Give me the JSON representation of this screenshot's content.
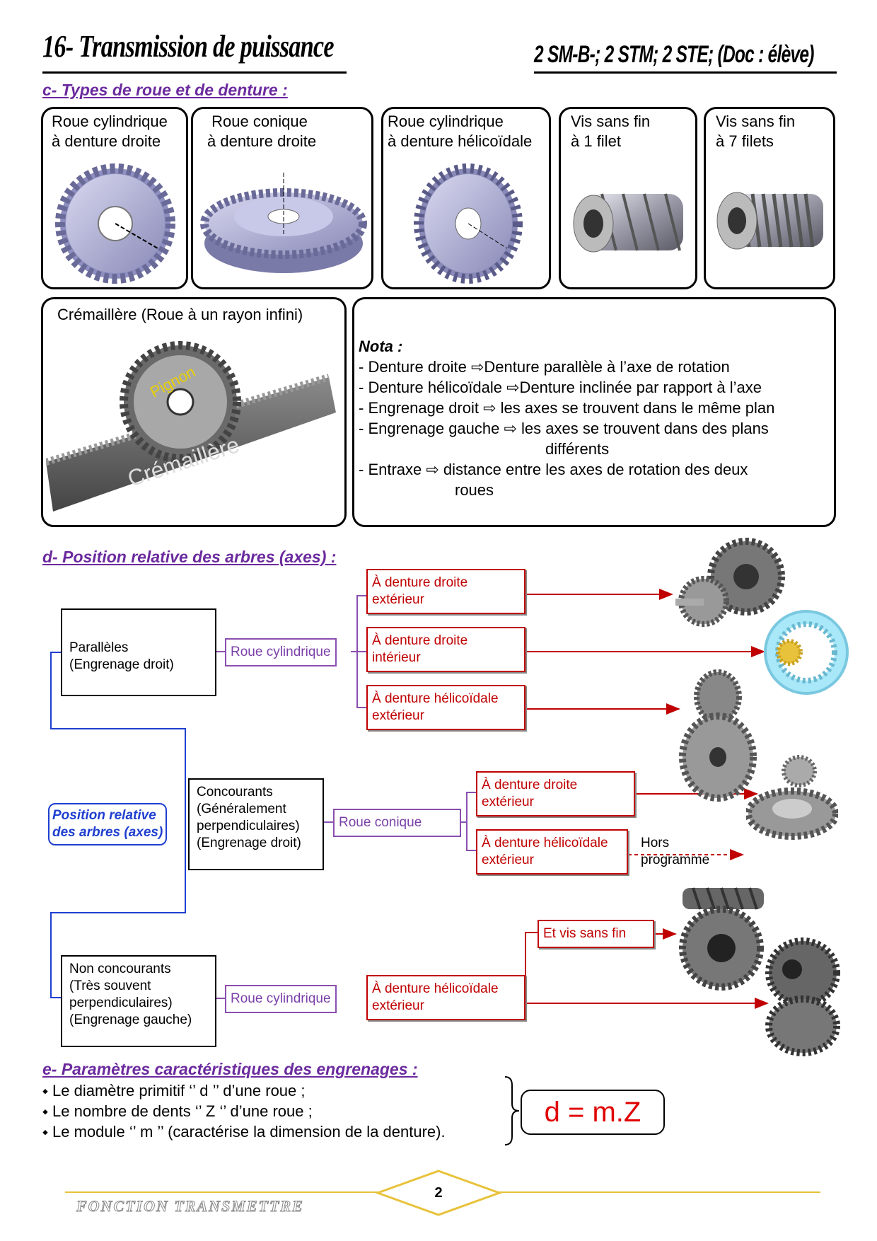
{
  "header": {
    "title": "16- Transmission de puissance",
    "classes": "2 SM-B-; 2 STM; 2 STE; (Doc : élève)"
  },
  "section_c": {
    "heading": "c- Types de roue et de denture :",
    "cards": [
      {
        "label": "Roue cylindrique\nà denture droite"
      },
      {
        "label": " Roue conique\nà denture droite"
      },
      {
        "label": "Roue cylindrique\nà denture hélicoïdale"
      },
      {
        "label": "Vis sans fin\nà 1 filet"
      },
      {
        "label": "Vis sans fin\nà 7 filets"
      }
    ],
    "rack": {
      "label": "Crémaillère (Roue à un rayon infini)",
      "pinion_text": "Pignon",
      "rack_text": "Crémaillère"
    },
    "nota": {
      "title": "Nota :",
      "lines": [
        "- Denture droite ⇨Denture parallèle à l’axe de rotation",
        "- Denture hélicoïdale ⇨Denture inclinée par rapport à l’axe",
        "- Engrenage droit ⇨ les axes se trouvent dans le même plan",
        "- Engrenage gauche ⇨ les axes se trouvent dans des plans",
        "différents",
        "- Entraxe ⇨ distance entre les axes de rotation des deux",
        "roues"
      ]
    }
  },
  "section_d": {
    "heading": "d- Position relative des arbres (axes) :",
    "root": "Position relative\ndes arbres (axes)",
    "branches": [
      {
        "label": "Parallèles\n(Engrenage droit)",
        "wheel": "Roue cylindrique",
        "leaves": [
          "À denture droite\nextérieur",
          "À denture droite\nintérieur",
          "À denture hélicoïdale\nextérieur"
        ]
      },
      {
        "label": "Concourants\n(Généralement\nperpendiculaires)\n(Engrenage droit)",
        "wheel": "Roue conique",
        "leaves": [
          "À denture droite\nextérieur",
          "À denture hélicoïdale\nextérieur"
        ],
        "note": "Hors\nprogramme"
      },
      {
        "label": "Non concourants\n(Très souvent\nperpendiculaires)\n(Engrenage gauche)",
        "wheel": "Roue cylindrique",
        "leaves": [
          "À denture hélicoïdale\nextérieur",
          "Et vis sans fin"
        ]
      }
    ]
  },
  "section_e": {
    "heading": "e- Paramètres caractéristiques des engrenages :",
    "items": [
      "⬩ Le diamètre primitif ‘’ d ’’ d’une roue ;",
      "⬩ Le nombre de dents ‘’ Z ‘’ d’une roue ;",
      "⬩ Le module ‘’ m ’’ (caractérise la dimension de la denture)."
    ],
    "formula": "d = m.Z"
  },
  "footer": {
    "text": "FONCTION TRANSMETTRE",
    "page": "2"
  },
  "colors": {
    "purple": "#6b2a9e",
    "red": "#c00000",
    "blue": "#1f3fd0",
    "gold": "#e8c23a"
  }
}
